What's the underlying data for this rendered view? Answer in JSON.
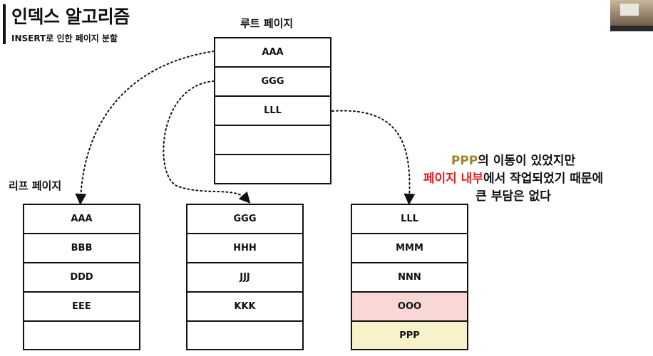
{
  "header": {
    "title": "인덱스 알고리즘",
    "subtitle": "INSERT로 인한 페이지 분할"
  },
  "labels": {
    "root": "루트 페이지",
    "leaf": "리프 페이지"
  },
  "root_page": {
    "rows": [
      "AAA",
      "GGG",
      "LLL",
      "",
      ""
    ]
  },
  "leaf_pages": [
    {
      "rows": [
        "AAA",
        "BBB",
        "DDD",
        "EEE",
        ""
      ]
    },
    {
      "rows": [
        "GGG",
        "HHH",
        "JJJ",
        "KKK",
        ""
      ]
    },
    {
      "rows": [
        "LLL",
        "MMM",
        "NNN",
        "OOO",
        "PPP"
      ]
    }
  ],
  "highlights": {
    "ooo_color": "#f9d7d7",
    "ppp_color": "#f7f2c9"
  },
  "note": {
    "line1_highlight": "PPP",
    "line1_rest": "의 이동이 있었지만",
    "line2_highlight": "페이지 내부",
    "line2_rest": "에서 작업되었기 때문에",
    "line3": "큰 부담은 없다"
  }
}
